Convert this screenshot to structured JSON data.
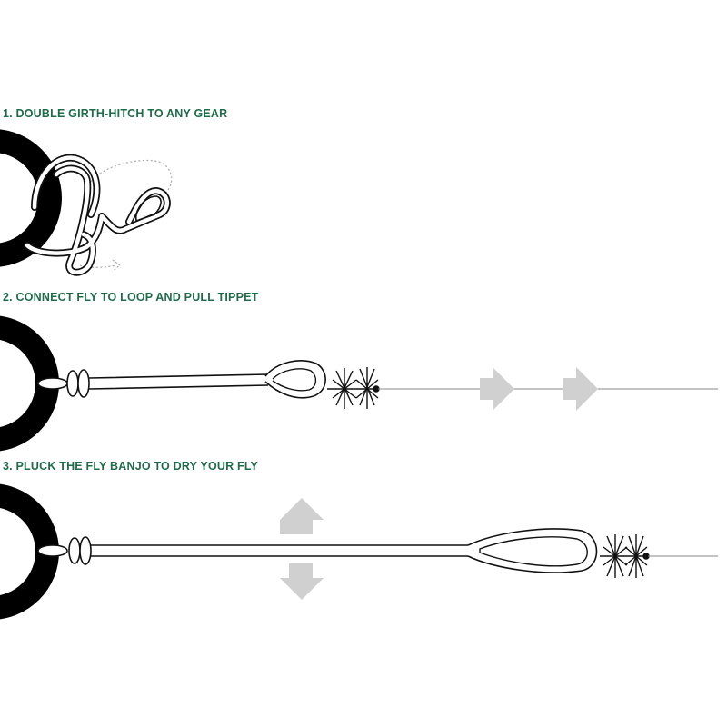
{
  "steps": [
    {
      "number": "1.",
      "title": "DOUBLE GIRTH-HITCH TO ANY GEAR"
    },
    {
      "number": "2.",
      "title": "CONNECT FLY TO LOOP AND PULL TIPPET"
    },
    {
      "number": "3.",
      "title": "PLUCK THE FLY BANJO TO DRY YOUR FLY"
    }
  ],
  "colors": {
    "title": "#1f6b4a",
    "ring": "#000000",
    "line": "#222222",
    "arrow": "#d0d0d0",
    "tippet": "#888888"
  }
}
